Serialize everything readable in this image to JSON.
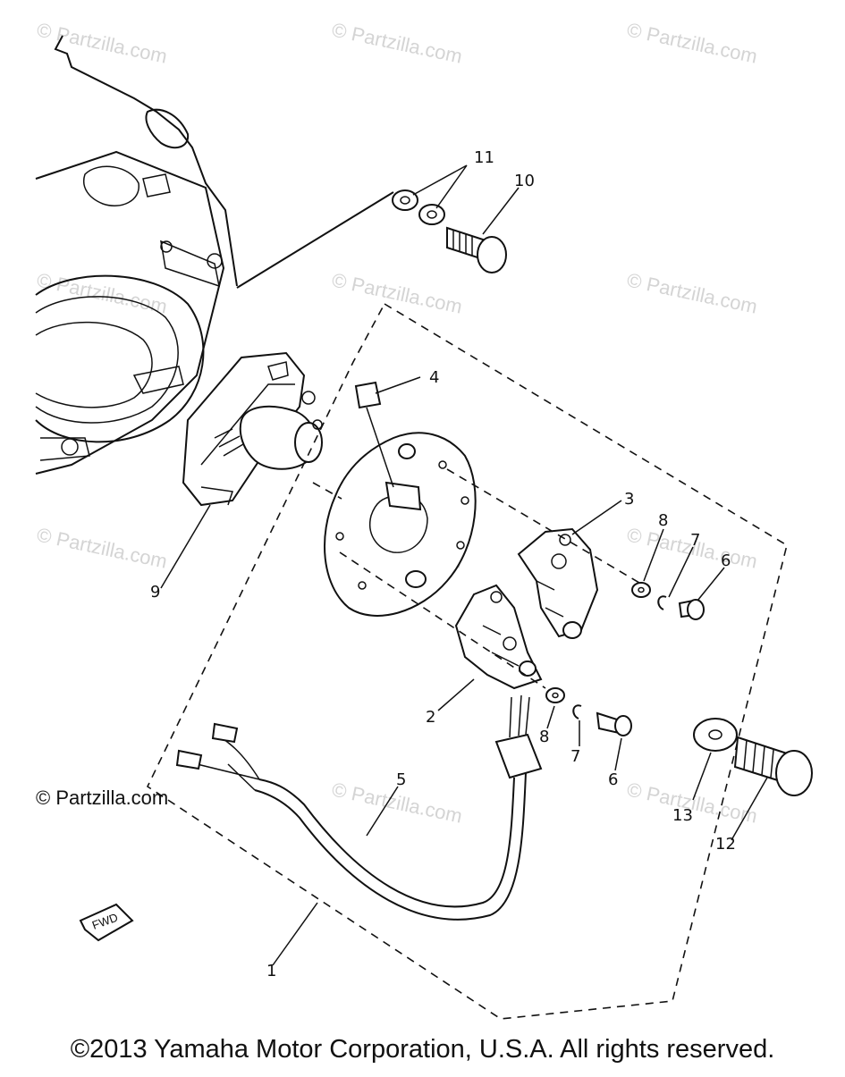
{
  "watermark": "© Partzilla.com",
  "partzilla_mark": "© Partzilla.com",
  "callouts": [
    "1",
    "2",
    "3",
    "4",
    "5",
    "6",
    "6",
    "7",
    "7",
    "8",
    "8",
    "9",
    "10",
    "11",
    "12",
    "13"
  ],
  "front_marker": "FWD",
  "copyright": "©2013 Yamaha Motor Corporation, U.S.A. All rights reserved."
}
